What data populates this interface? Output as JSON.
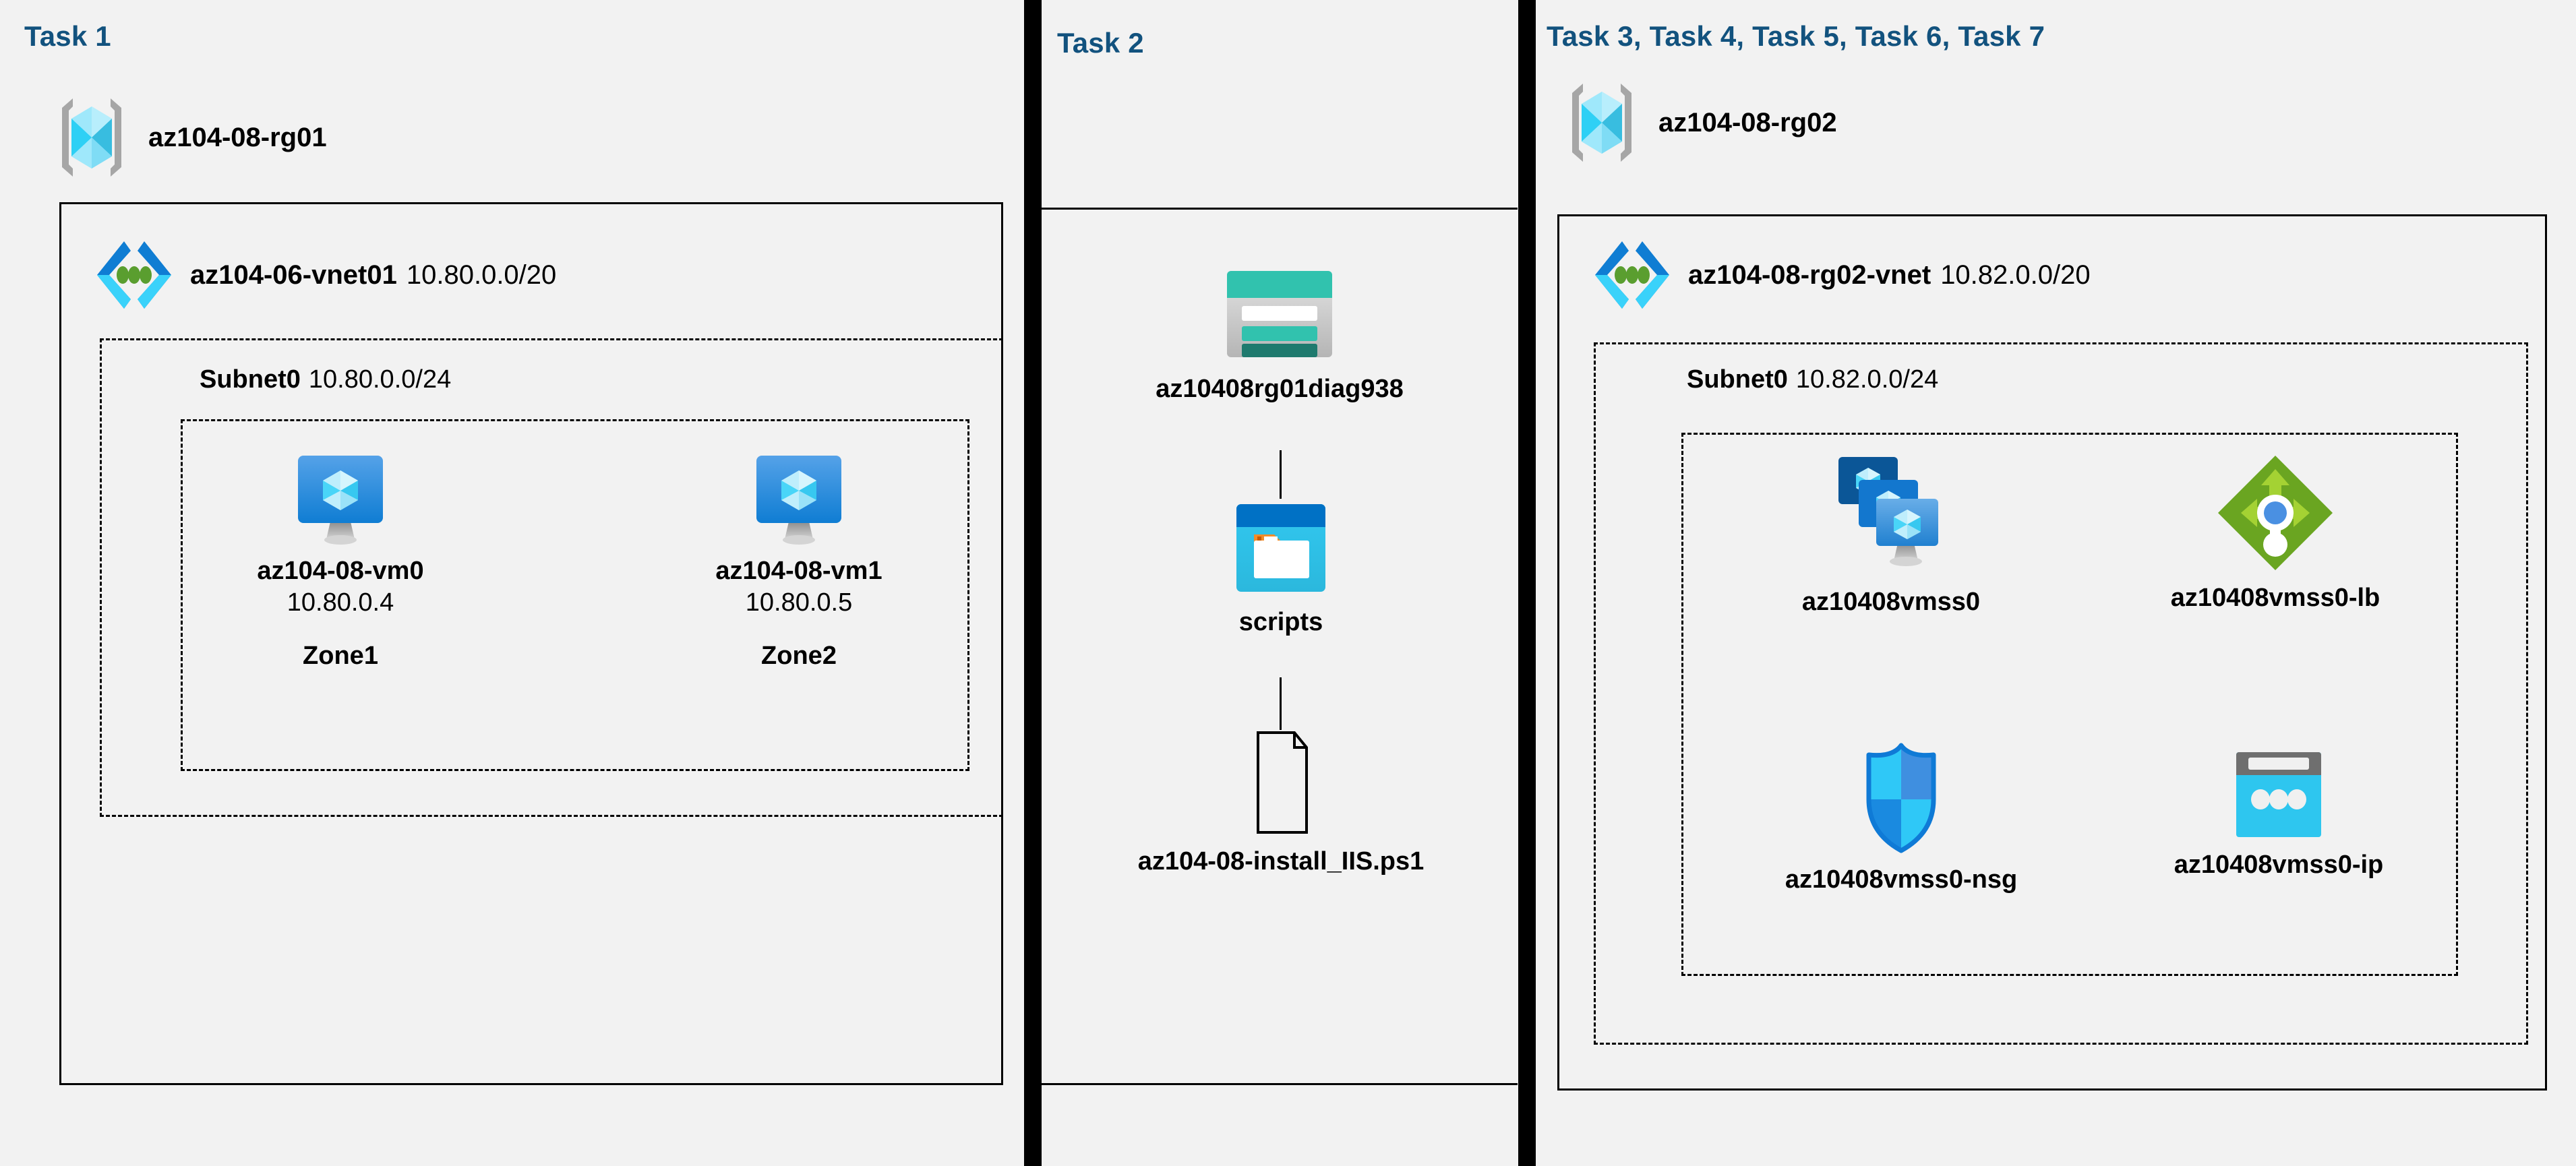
{
  "columns": [
    {
      "id": "task1",
      "title": "Task 1"
    },
    {
      "id": "task2",
      "title": "Task 2"
    },
    {
      "id": "task3",
      "title": "Task 3, Task 4, Task 5, Task 6, Task 7"
    }
  ],
  "colors": {
    "task_title": "#12527e",
    "canvas_bg": "#f2f2f2",
    "border": "#000000",
    "vm_blue": "#3a8dde",
    "vnet_blue": "#0f7dd3",
    "vnet_cyan": "#32c8f5",
    "vnet_dot_green": "#5a9e2f",
    "storage_teal": "#31c2ae",
    "storage_teal_dark": "#1f7a6e",
    "container_blue_dark": "#0071c5",
    "container_cyan": "#32c8f0",
    "folder_orange": "#f28c28",
    "lb_green": "#6aa521",
    "lb_arrow_green": "#a4d233",
    "lb_dot_blue": "#4a90e2",
    "nsg_blue": "#2fc8f7",
    "nsg_blue_dark": "#1a8ae0",
    "ip_cyan": "#2ec6ef",
    "ip_gray": "#6f6f6f",
    "rg_gray": "#9e9e9e"
  },
  "task1": {
    "resource_group": {
      "name": "az104-08-rg01",
      "icon": "resource-group-icon"
    },
    "vnet": {
      "name": "az104-06-vnet01",
      "cidr": "10.80.0.0/20",
      "icon": "virtual-network-icon"
    },
    "subnet": {
      "name": "Subnet0",
      "cidr": "10.80.0.0/24"
    },
    "vms": [
      {
        "name": "az104-08-vm0",
        "ip": "10.80.0.4",
        "zone": "Zone1",
        "icon": "virtual-machine-icon"
      },
      {
        "name": "az104-08-vm1",
        "ip": "10.80.0.5",
        "zone": "Zone2",
        "icon": "virtual-machine-icon"
      }
    ]
  },
  "task2": {
    "items": [
      {
        "name": "az10408rg01diag938",
        "icon": "storage-account-icon"
      },
      {
        "name": "scripts",
        "icon": "blob-container-icon"
      },
      {
        "name": "az104-08-install_IIS.ps1",
        "icon": "script-file-icon"
      }
    ]
  },
  "task3": {
    "resource_group": {
      "name": "az104-08-rg02",
      "icon": "resource-group-icon"
    },
    "vnet": {
      "name": "az104-08-rg02-vnet",
      "cidr": "10.82.0.0/20",
      "icon": "virtual-network-icon"
    },
    "subnet": {
      "name": "Subnet0",
      "cidr": "10.82.0.0/24"
    },
    "resources": [
      {
        "name": "az10408vmss0",
        "icon": "vm-scale-set-icon"
      },
      {
        "name": "az10408vmss0-lb",
        "icon": "load-balancer-icon"
      },
      {
        "name": "az10408vmss0-nsg",
        "icon": "network-security-group-icon"
      },
      {
        "name": "az10408vmss0-ip",
        "icon": "public-ip-address-icon"
      }
    ]
  }
}
